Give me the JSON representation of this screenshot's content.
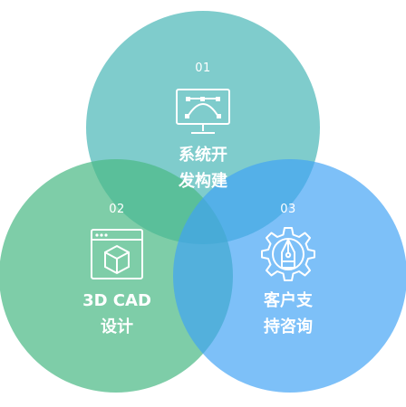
{
  "colors": {
    "system_circle": "#4db8b8",
    "cad_circle": "#4cba86",
    "support_circle": "#3fa2f5"
  },
  "nodes": [
    {
      "number": "01",
      "line1": "系统开",
      "line2": "发构建",
      "icon": "monitor-bezier-pen-icon"
    },
    {
      "number": "02",
      "line1": "3D CAD",
      "line2": "设计",
      "icon": "browser-cube-icon"
    },
    {
      "number": "03",
      "line1": "客户支",
      "line2": "持咨询",
      "icon": "gear-pen-icon"
    }
  ]
}
